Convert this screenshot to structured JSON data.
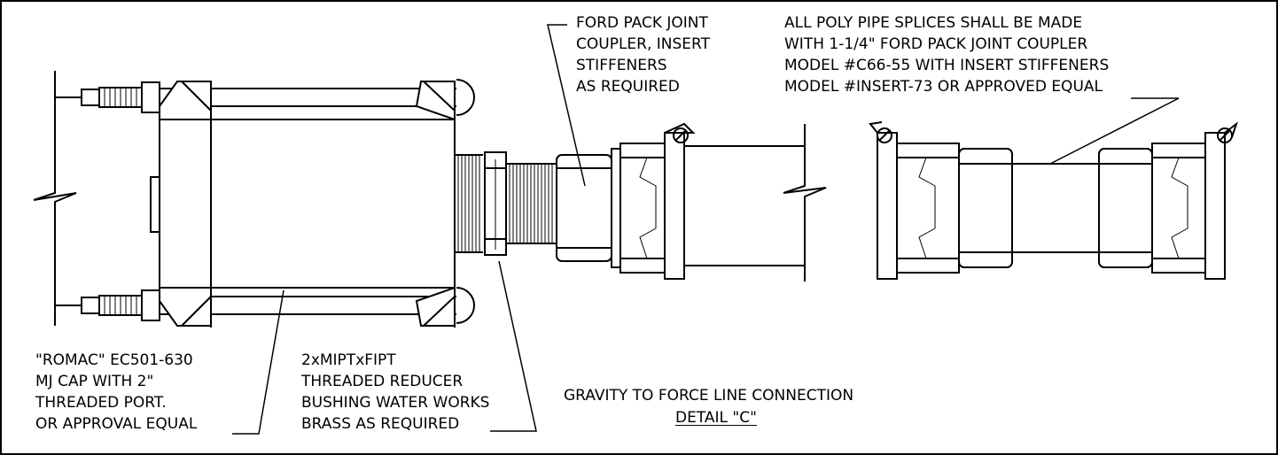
{
  "labels": {
    "ford_coupler": [
      "FORD PACK JOINT",
      "COUPLER, INSERT",
      "STIFFENERS",
      "AS REQUIRED"
    ],
    "splice_note": [
      "ALL POLY PIPE SPLICES SHALL BE MADE",
      "WITH 1-1/4\" FORD PACK JOINT COUPLER",
      "MODEL #C66-55 WITH INSERT STIFFENERS",
      "MODEL #INSERT-73 OR APPROVED EQUAL"
    ],
    "romac_cap": [
      "\"ROMAC\" EC501-630",
      "MJ CAP WITH 2\"",
      "THREADED PORT.",
      "OR APPROVAL EQUAL"
    ],
    "reducer": [
      "2xMIPTxFIPT",
      "THREADED REDUCER",
      "BUSHING WATER WORKS",
      "BRASS AS REQUIRED"
    ]
  },
  "title": {
    "line1": "GRAVITY TO FORCE  LINE CONNECTION",
    "line2": "DETAIL \"C\""
  }
}
